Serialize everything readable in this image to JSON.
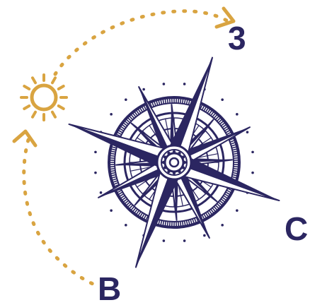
{
  "labels": {
    "top": "3",
    "right": "C",
    "bottom": "B"
  },
  "icons": [
    "sun-icon",
    "compass-rose-icon",
    "arrowhead-icon"
  ],
  "colors": {
    "navy": "#2B2661",
    "gold": "#D9A441",
    "white": "#ffffff"
  }
}
